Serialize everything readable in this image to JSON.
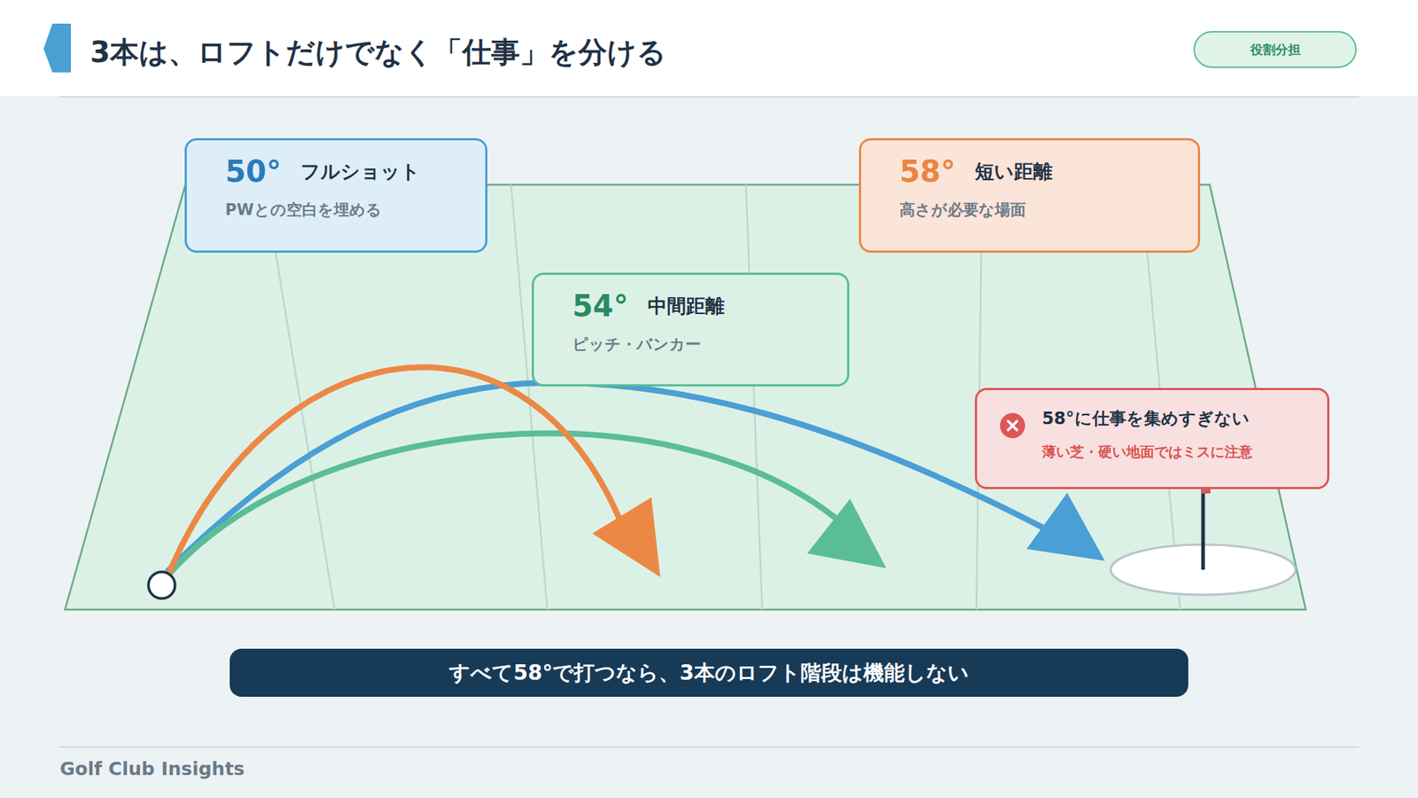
{
  "diagram": {
    "title": "3本は、ロフトだけでなく「仕事」を分ける",
    "nodes": [
      {
        "text": [
          "役割分担"
        ]
      },
      {
        "text": [
          "50°",
          "フルショット",
          "PWとの空白を埋める"
        ]
      },
      {
        "text": [
          "58°",
          "短い距離",
          "高さが必要な場面"
        ]
      },
      {
        "text": [
          "54°",
          "中間距離",
          "ピッチ・バンカー"
        ]
      },
      {
        "text": [
          "58°に仕事を集めすぎない",
          "薄い芝・硬い地面ではミスに注意"
        ]
      },
      {
        "text": [
          "すべて58°で打つなら、3本のロフト階段は機能しない"
        ]
      }
    ],
    "labels": [
      "Golf Club Insights"
    ]
  }
}
